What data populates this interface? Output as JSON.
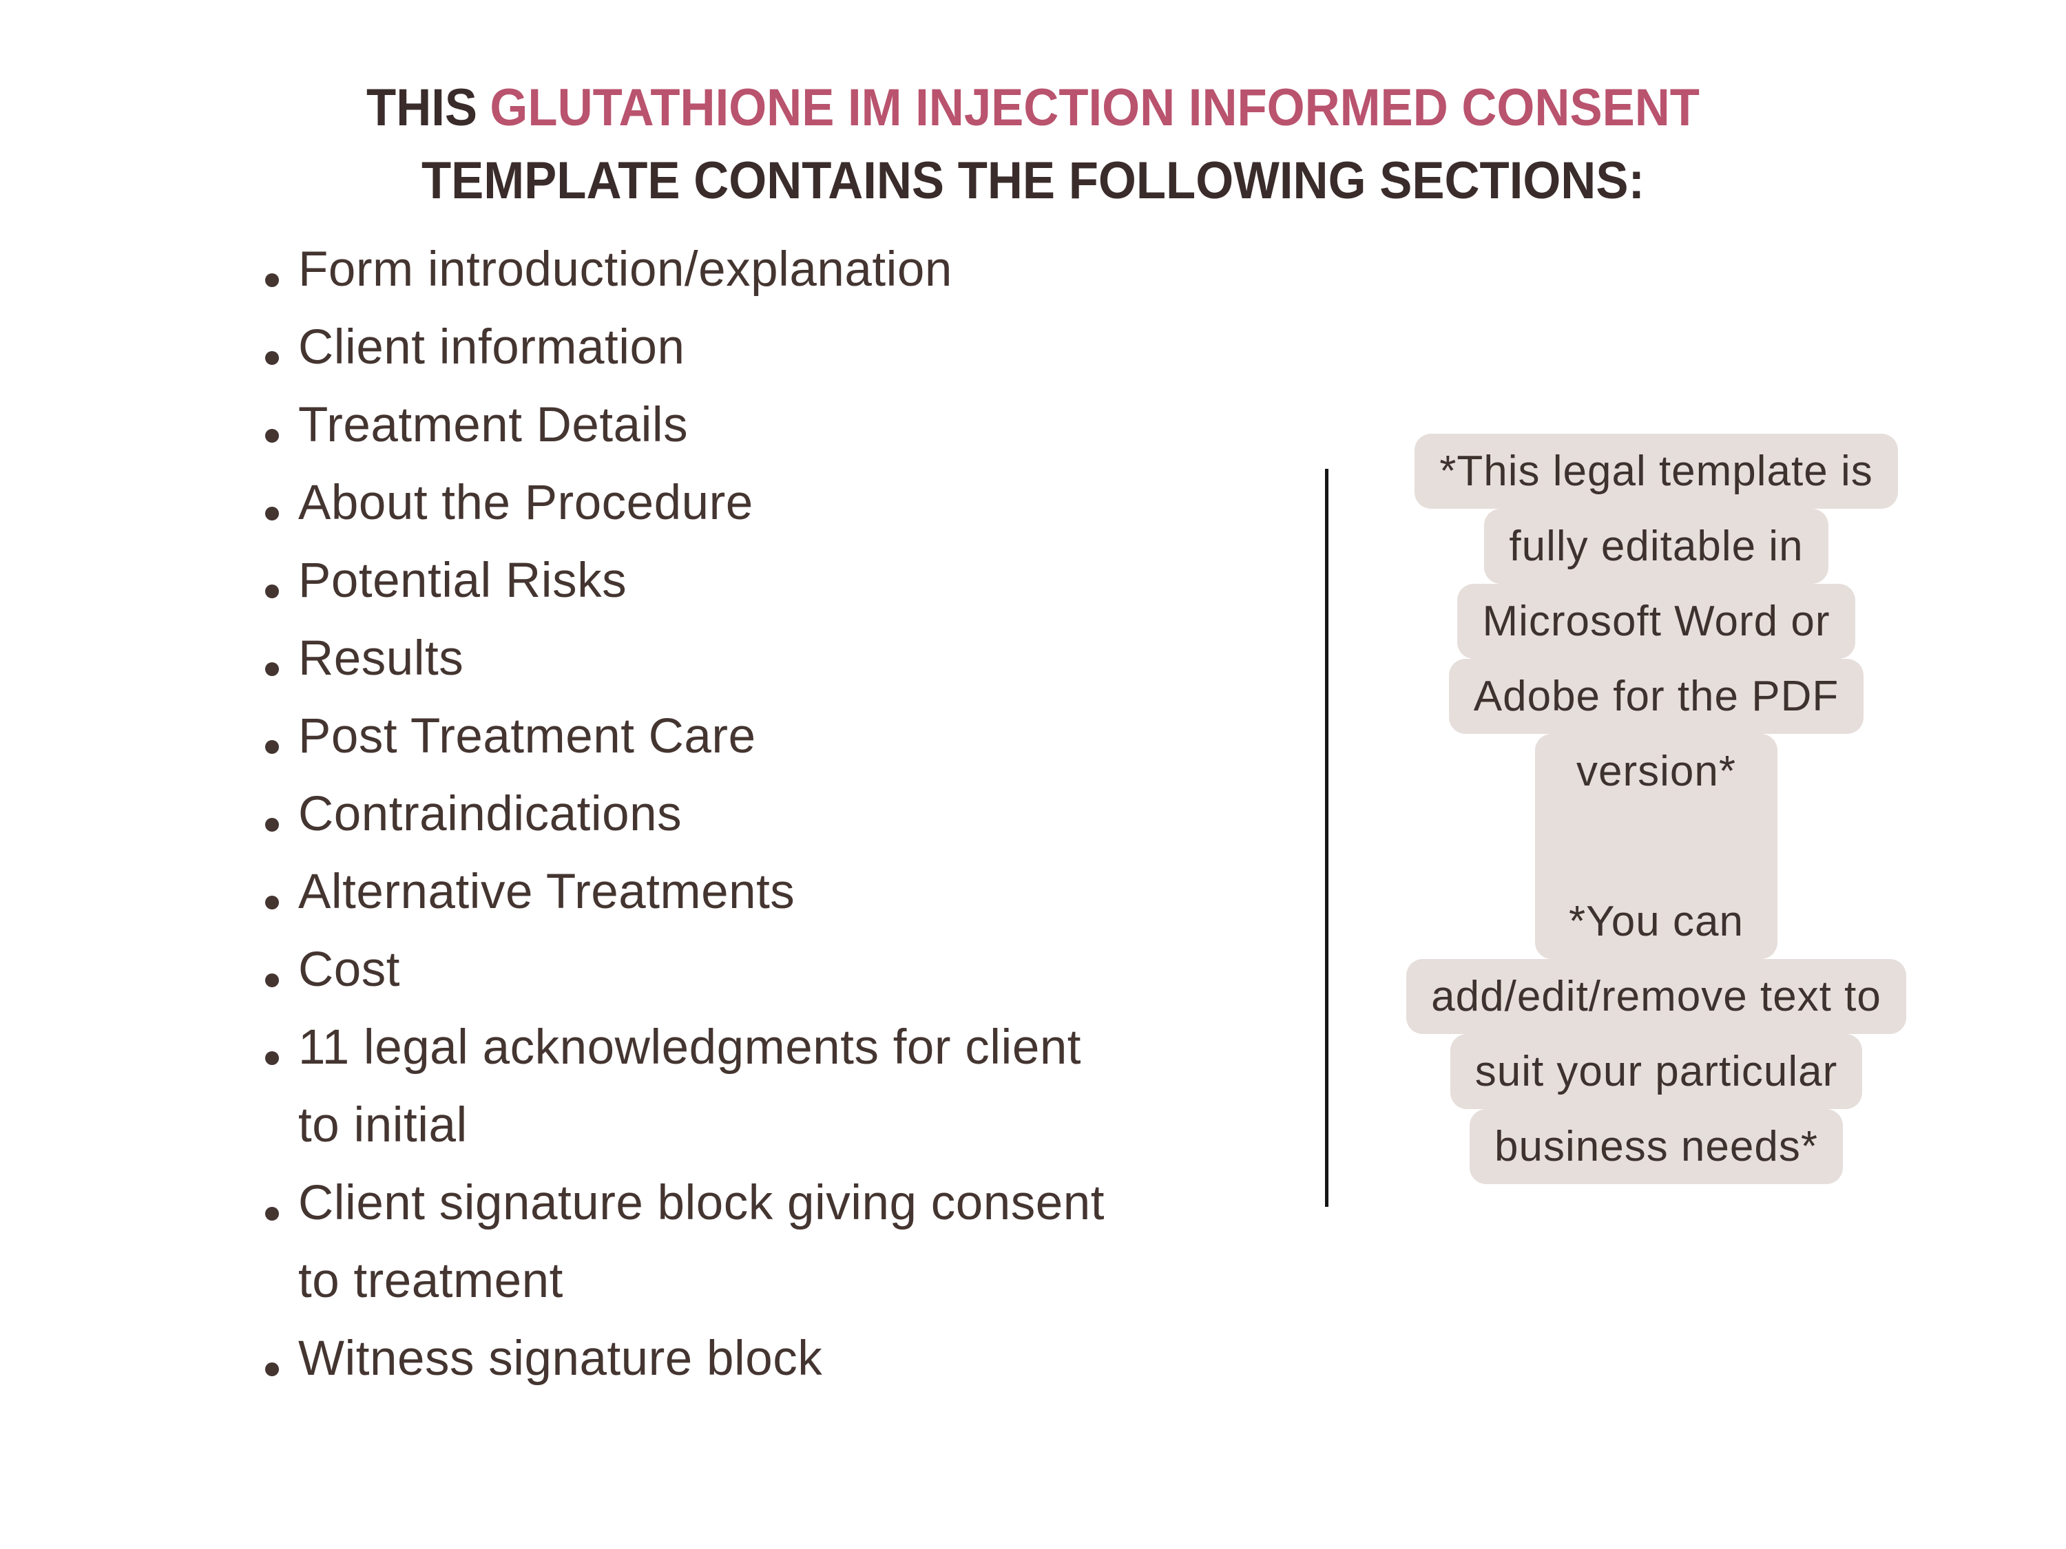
{
  "title": {
    "line1_prefix": "THIS",
    "line1_highlight": "GLUTATHIONE IM INJECTION INFORMED CONSENT",
    "line2": "TEMPLATE CONTAINS THE FOLLOWING SECTIONS:",
    "text_color": "#3a2c2b",
    "accent_color": "#b9536e"
  },
  "sections_list": {
    "text_color": "#443531",
    "lines": [
      {
        "text": "Form introduction/explanation",
        "bulleted": true
      },
      {
        "text": "Client information",
        "bulleted": true
      },
      {
        "text": "Treatment Details",
        "bulleted": true
      },
      {
        "text": "About the Procedure",
        "bulleted": true
      },
      {
        "text": "Potential Risks",
        "bulleted": true
      },
      {
        "text": "Results",
        "bulleted": true
      },
      {
        "text": "Post Treatment Care",
        "bulleted": true
      },
      {
        "text": "Contraindications",
        "bulleted": true
      },
      {
        "text": "Alternative Treatments",
        "bulleted": true
      },
      {
        "text": "Cost",
        "bulleted": true
      },
      {
        "text": "11 legal acknowledgments for client",
        "bulleted": true
      },
      {
        "text": "to initial",
        "bulleted": false
      },
      {
        "text": "Client signature block giving consent",
        "bulleted": true
      },
      {
        "text": "to treatment",
        "bulleted": false
      },
      {
        "text": "Witness signature block",
        "bulleted": true
      }
    ]
  },
  "divider": {
    "color": "#161616"
  },
  "note": {
    "highlight_color": "#e6dedb",
    "text_color": "#3e322f",
    "lines": [
      {
        "text": "*This legal template is"
      },
      {
        "text": "fully editable in"
      },
      {
        "text": "Microsoft Word or"
      },
      {
        "text": "Adobe for the PDF"
      },
      {
        "text": "version*"
      },
      {
        "text": ""
      },
      {
        "text": "*You can"
      },
      {
        "text": "add/edit/remove text to"
      },
      {
        "text": "suit your particular"
      },
      {
        "text": "business needs*"
      }
    ]
  }
}
